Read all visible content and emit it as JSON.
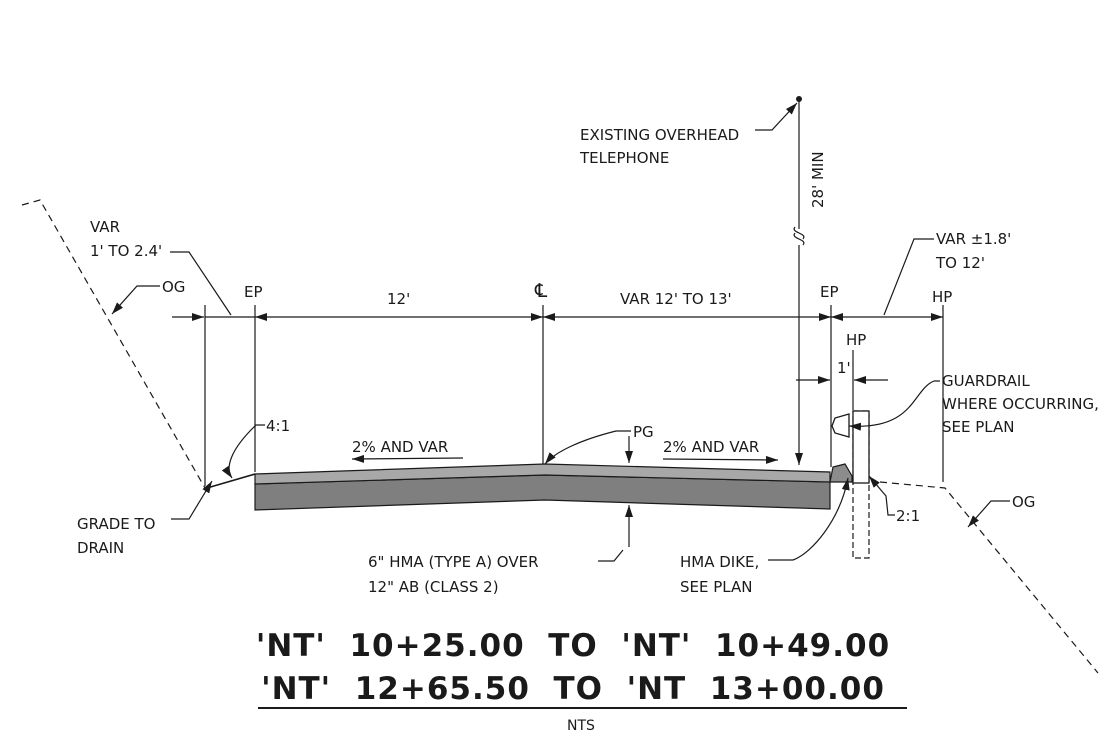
{
  "labels": {
    "existing_overhead": "EXISTING OVERHEAD",
    "telephone": "TELEPHONE",
    "min_clearance": "28' MIN",
    "var_left_1": "VAR",
    "var_left_2": "1' TO 2.4'",
    "og_left": "OG",
    "ep_left": "EP",
    "width_left": "12'",
    "centerline": "℄",
    "width_right": "VAR 12' TO 13'",
    "ep_right": "EP",
    "var_right_1": "VAR ±1.8'",
    "var_right_2": "TO 12'",
    "hp_top": "HP",
    "hp_inner": "HP",
    "one_foot": "1'",
    "guardrail_1": "GUARDRAIL",
    "guardrail_2": "WHERE OCCURRING,",
    "guardrail_3": "SEE PLAN",
    "slope_4_1": "4:1",
    "pg": "PG",
    "cross_slope_left": "2% AND VAR",
    "cross_slope_right": "2% AND VAR",
    "grade_1": "GRADE TO",
    "grade_2": "DRAIN",
    "slope_2_1": "2:1",
    "og_right": "OG",
    "section_1": "6\" HMA (TYPE A) OVER",
    "section_2": "12\" AB (CLASS 2)",
    "dike_1": "HMA DIKE,",
    "dike_2": "SEE PLAN"
  },
  "title": {
    "line1": "'NT'  10+25.00  TO  'NT'  10+49.00",
    "line2": "'NT'  12+65.50  TO  'NT  13+00.00",
    "scale": "NTS"
  }
}
